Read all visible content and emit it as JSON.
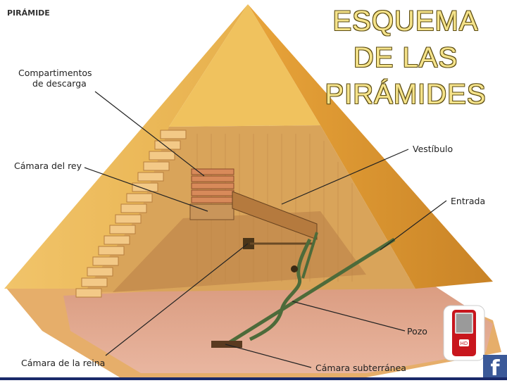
{
  "diagram": {
    "corner_label": "PIRÁMIDE",
    "title_lines": [
      "ESQUEMA",
      "DE LAS",
      "PIRÁMIDES"
    ],
    "labels": {
      "compartimentos_1": "Compartimentos",
      "compartimentos_2": "de descarga",
      "camara_rey": "Cámara del rey",
      "vestibulo": "Vestíbulo",
      "entrada": "Entrada",
      "pozo": "Pozo",
      "camara_reina": "Cámara de la reina",
      "camara_subterranea": "Cámara subterránea"
    },
    "camera_screen_text": "HD",
    "social_icon": "facebook-icon"
  }
}
